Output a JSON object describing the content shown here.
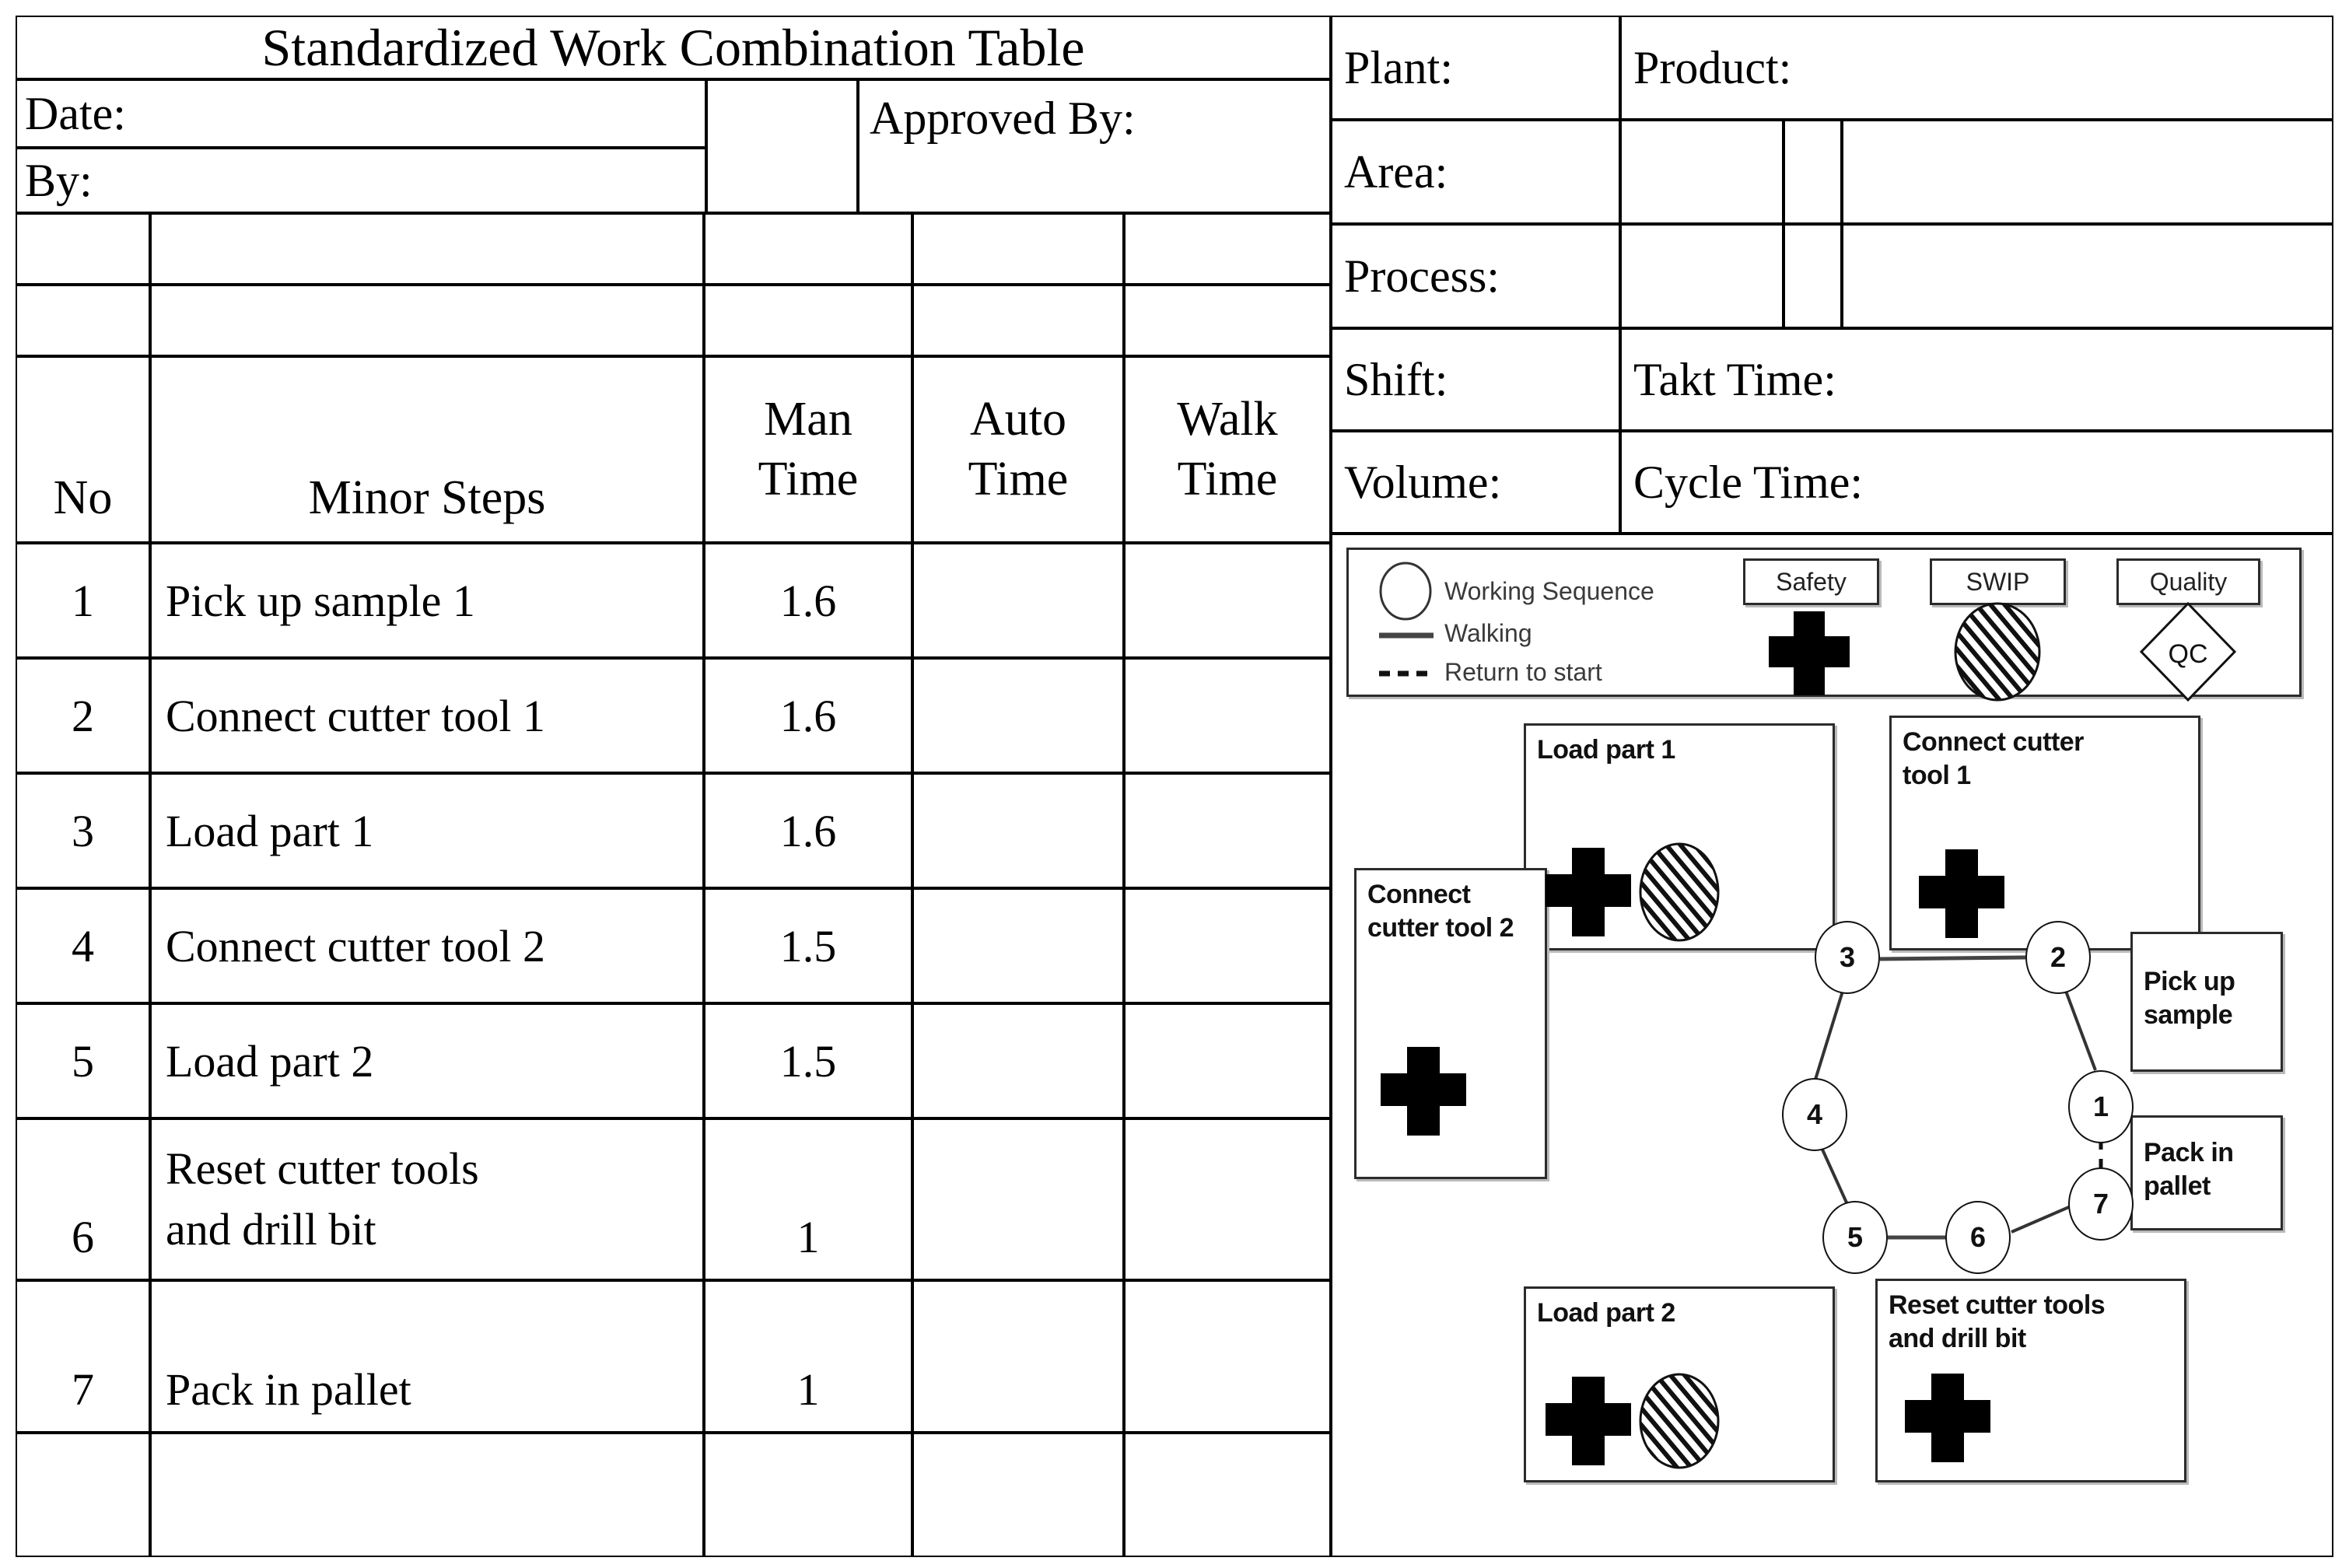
{
  "header": {
    "title": "Standardized Work Combination Table",
    "date_label": "Date:",
    "by_label": "By:",
    "approved_by_label": "Approved By:",
    "plant_label": "Plant:",
    "product_label": "Product:",
    "area_label": "Area:",
    "process_label": "Process:",
    "shift_label": "Shift:",
    "takt_time_label": "Takt Time:",
    "volume_label": "Volume:",
    "cycle_time_label": "Cycle Time:"
  },
  "table": {
    "columns": [
      "No",
      "Minor Steps",
      "Man Time",
      "Auto Time",
      "Walk Time"
    ],
    "col_no": "No",
    "col_steps": "Minor Steps",
    "col_man_a": "Man",
    "col_man_b": "Time",
    "col_auto_a": "Auto",
    "col_auto_b": "Time",
    "col_walk_a": "Walk",
    "col_walk_b": "Time",
    "rows": [
      {
        "no": "1",
        "step": "Pick up sample 1",
        "man": "1.6",
        "auto": "",
        "walk": ""
      },
      {
        "no": "2",
        "step": "Connect cutter tool 1",
        "man": "1.6",
        "auto": "",
        "walk": ""
      },
      {
        "no": "3",
        "step": "Load part 1",
        "man": "1.6",
        "auto": "",
        "walk": ""
      },
      {
        "no": "4",
        "step": "Connect cutter tool 2",
        "man": "1.5",
        "auto": "",
        "walk": ""
      },
      {
        "no": "5",
        "step": "Load part 2",
        "man": "1.5",
        "auto": "",
        "walk": ""
      },
      {
        "no": "6",
        "step_line1": "Reset cutter tools",
        "step_line2": "and drill bit",
        "man": "1",
        "auto": "",
        "walk": ""
      },
      {
        "no": "7",
        "step": "Pack in pallet",
        "man": "1",
        "auto": "",
        "walk": ""
      }
    ]
  },
  "legend": {
    "working_sequence": "Working Sequence",
    "walking": "Walking",
    "return_to_start": "Return to start",
    "safety": "Safety",
    "swip": "SWIP",
    "quality": "Quality",
    "qc": "QC"
  },
  "diagram": {
    "boxes": [
      {
        "id": "load-part-1",
        "label": "Load part 1",
        "icons": [
          "safety-cross",
          "swip-hatched-ellipse"
        ]
      },
      {
        "id": "connect-cutter-tool-1",
        "label": "Connect cutter\ntool 1",
        "icons": [
          "safety-cross"
        ]
      },
      {
        "id": "connect-cutter-tool-2",
        "label": "Connect\ncutter tool 2",
        "icons": [
          "safety-cross"
        ]
      },
      {
        "id": "pick-up-sample",
        "label": "Pick up\nsample",
        "icons": []
      },
      {
        "id": "pack-in-pallet",
        "label": "Pack in\npallet",
        "icons": []
      },
      {
        "id": "load-part-2",
        "label": "Load part 2",
        "icons": [
          "safety-cross",
          "swip-hatched-ellipse"
        ]
      },
      {
        "id": "reset-cutter-tools",
        "label": "Reset cutter tools\nand drill bit",
        "icons": [
          "safety-cross"
        ]
      }
    ],
    "box_labels": {
      "load_part_1": "Load part 1",
      "connect_cutter_tool_1_l1": "Connect cutter",
      "connect_cutter_tool_1_l2": "tool 1",
      "connect_cutter_tool_2_l1": "Connect",
      "connect_cutter_tool_2_l2": "cutter tool 2",
      "pick_up_sample_l1": "Pick up",
      "pick_up_sample_l2": "sample",
      "pack_in_pallet_l1": "Pack in",
      "pack_in_pallet_l2": "pallet",
      "load_part_2": "Load part 2",
      "reset_cutter_tools_l1": "Reset cutter tools",
      "reset_cutter_tools_l2": "and drill bit"
    },
    "nodes": [
      "1",
      "2",
      "3",
      "4",
      "5",
      "6",
      "7"
    ],
    "node_labels": {
      "n1": "1",
      "n2": "2",
      "n3": "3",
      "n4": "4",
      "n5": "5",
      "n6": "6",
      "n7": "7"
    },
    "walk_path": [
      "3-2",
      "2-1",
      "3-4",
      "4-5",
      "5-6",
      "6-7"
    ],
    "return_path": [
      "7-1"
    ]
  },
  "colors": {
    "line": "#000000",
    "box_border": "#2b2b2b",
    "shadow": "#b9b9b9",
    "legend_text": "#3a3a3a",
    "icon_fill": "#000000",
    "page_bg": "#ffffff"
  }
}
